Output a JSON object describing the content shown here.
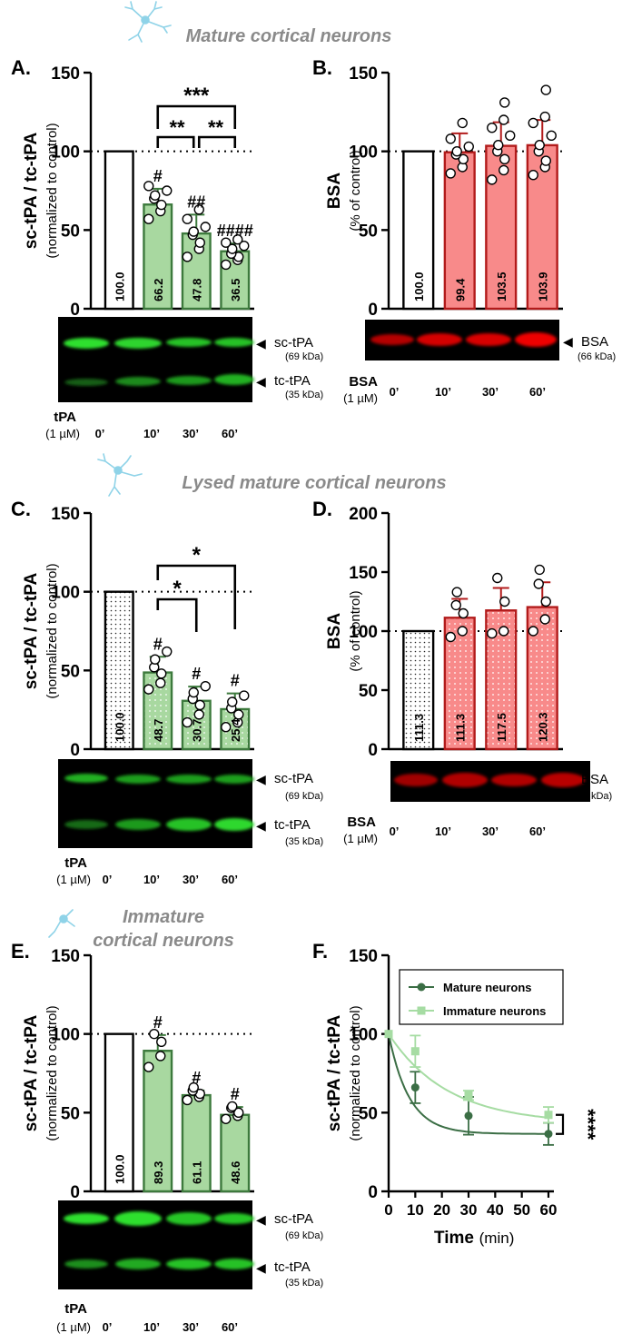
{
  "colors": {
    "green_fill": "#a8d8a0",
    "green_stroke": "#3d7a3d",
    "red_fill": "#f88a8a",
    "red_stroke": "#b21b1b",
    "white_fill": "#ffffff",
    "neuron_icon": "#8fd3e8",
    "mature_line": "#3b6e45",
    "immature_line": "#a6dca3",
    "section_title": "#8a8a8a"
  },
  "section_titles": {
    "mature": "Mature cortical neurons",
    "lysed": "Lysed mature cortical neurons",
    "immature_1": "Immature",
    "immature_2": "cortical neurons"
  },
  "icons": [
    "neuron-icon",
    "neuron-icon",
    "neuron-icon"
  ],
  "blots": {
    "sc_label": "sc-tPA",
    "sc_kda": "(69 kDa)",
    "tc_label": "tc-tPA",
    "tc_kda": "(35 kDa)",
    "bsa_label": "BSA",
    "bsa_kda": "(66 kDa)",
    "arrow": "◀",
    "tpa_row": "tPA",
    "tpa_dose": "(1 µM)",
    "bsa_row": "BSA",
    "bsa_dose": "(1 µM)",
    "lanes": [
      "0’",
      "10’",
      "30’",
      "60’"
    ]
  },
  "chart_data": [
    {
      "panel": "A.",
      "type": "bar",
      "ylabel": "sc-tPA / tc-tPA",
      "ylabel2": "(normalized to control)",
      "ylim": [
        0,
        150
      ],
      "ticks": [
        "0",
        "50",
        "100",
        "150"
      ],
      "categories": [
        "0’",
        "10’",
        "30’",
        "60’"
      ],
      "values": [
        100.0,
        66.2,
        47.8,
        36.5
      ],
      "labels": [
        "100.0",
        "66.2",
        "47.8",
        "36.5"
      ],
      "errors": [
        0,
        10,
        12,
        5
      ],
      "points": [
        [],
        [
          57,
          62,
          66,
          70,
          72,
          75,
          78
        ],
        [
          33,
          38,
          42,
          47,
          49,
          52,
          57,
          63
        ],
        [
          28,
          31,
          33,
          35,
          38,
          40,
          42,
          44
        ]
      ],
      "hashes": [
        "",
        "#",
        "##",
        "####"
      ],
      "stats": [
        {
          "from": 1,
          "to": 3,
          "label": "***"
        },
        {
          "from": 1,
          "to": 2,
          "label": "**"
        },
        {
          "from": 2,
          "to": 3,
          "label": "**"
        }
      ]
    },
    {
      "panel": "B.",
      "type": "bar",
      "ylabel": "BSA",
      "ylabel2": "(% of control)",
      "ylim": [
        0,
        150
      ],
      "ticks": [
        "0",
        "50",
        "100",
        "150"
      ],
      "categories": [
        "0’",
        "10’",
        "30’",
        "60’"
      ],
      "values": [
        100.0,
        99.4,
        103.5,
        103.9
      ],
      "labels": [
        "100.0",
        "99.4",
        "103.5",
        "103.9"
      ],
      "errors": [
        0,
        12,
        15,
        16
      ],
      "points": [
        [],
        [
          86,
          90,
          95,
          98,
          100,
          103,
          108,
          118
        ],
        [
          82,
          88,
          95,
          100,
          104,
          110,
          115,
          120,
          131
        ],
        [
          85,
          90,
          94,
          100,
          104,
          110,
          118,
          122,
          139
        ]
      ],
      "hashes": [
        "",
        "",
        "",
        ""
      ],
      "stats": []
    },
    {
      "panel": "C.",
      "type": "bar",
      "ylabel": "sc-tPA / tc-tPA",
      "ylabel2": "(normalized to control)",
      "ylim": [
        0,
        150
      ],
      "ticks": [
        "0",
        "50",
        "100",
        "150"
      ],
      "categories": [
        "0’",
        "10’",
        "30’",
        "60’"
      ],
      "values": [
        100.0,
        48.7,
        30.7,
        25.4
      ],
      "labels": [
        "100.0",
        "48.7",
        "30.7",
        "25.4"
      ],
      "errors": [
        0,
        10,
        9,
        10
      ],
      "points": [
        [],
        [
          38,
          42,
          48,
          52,
          57,
          62
        ],
        [
          17,
          22,
          28,
          32,
          36,
          40
        ],
        [
          14,
          17,
          22,
          26,
          30,
          34
        ]
      ],
      "hashes": [
        "",
        "#",
        "#",
        "#"
      ],
      "stats": [
        {
          "from": 1,
          "to": 3,
          "label": "*"
        },
        {
          "from": 1,
          "to": 2,
          "label": "*"
        }
      ]
    },
    {
      "panel": "D.",
      "type": "bar",
      "ylabel": "BSA",
      "ylabel2": "(% of control)",
      "ylim": [
        0,
        200
      ],
      "ticks": [
        "0",
        "50",
        "100",
        "150",
        "200"
      ],
      "categories": [
        "0’",
        "10’",
        "30’",
        "60’"
      ],
      "values": [
        100.0,
        111.3,
        117.5,
        120.3
      ],
      "labels": [
        "111.3",
        "111.3",
        "117.5",
        "120.3"
      ],
      "errors": [
        0,
        16,
        19,
        21
      ],
      "points": [
        [],
        [
          95,
          100,
          115,
          122,
          133
        ],
        [
          98,
          100,
          125,
          145
        ],
        [
          100,
          110,
          125,
          140,
          152
        ]
      ],
      "hashes": [
        "",
        "",
        "",
        ""
      ],
      "stats": []
    },
    {
      "panel": "E.",
      "type": "bar",
      "ylabel": "sc-tPA / tc-tPA",
      "ylabel2": "(normalized to control)",
      "ylim": [
        0,
        150
      ],
      "ticks": [
        "0",
        "50",
        "100",
        "150"
      ],
      "categories": [
        "0’",
        "10’",
        "30’",
        "60’"
      ],
      "values": [
        100.0,
        89.3,
        61.1,
        48.6
      ],
      "labels": [
        "100.0",
        "89.3",
        "61.1",
        "48.6"
      ],
      "errors": [
        0,
        10,
        3,
        5
      ],
      "points": [
        [],
        [
          79,
          86,
          95,
          100
        ],
        [
          58,
          60,
          62,
          64,
          66
        ],
        [
          46,
          48,
          50,
          53,
          54
        ]
      ],
      "hashes": [
        "",
        "#",
        "#",
        "#"
      ],
      "stats": []
    },
    {
      "panel": "F.",
      "type": "line",
      "ylabel": "sc-tPA / tc-tPA",
      "ylabel2": "(normalized to control)",
      "xlabel": "Time",
      "xlabel_unit": "(min)",
      "xlim": [
        0,
        60
      ],
      "ylim": [
        0,
        150
      ],
      "xticks": [
        "0",
        "10",
        "20",
        "30",
        "40",
        "50",
        "60"
      ],
      "yticks": [
        "0",
        "50",
        "100",
        "150"
      ],
      "stat": "****",
      "series": [
        {
          "name": "Mature neurons",
          "x": [
            0,
            10,
            30,
            60
          ],
          "y": [
            100,
            66,
            48,
            36.5
          ],
          "err": [
            0,
            10,
            12,
            7
          ],
          "k": 0.13,
          "plateau": 36.5,
          "marker": "circle"
        },
        {
          "name": "Immature neurons",
          "x": [
            0,
            10,
            30,
            60
          ],
          "y": [
            100,
            89,
            61,
            48.6
          ],
          "err": [
            0,
            10,
            3,
            5
          ],
          "k": 0.045,
          "plateau": 43,
          "marker": "square"
        }
      ]
    }
  ]
}
